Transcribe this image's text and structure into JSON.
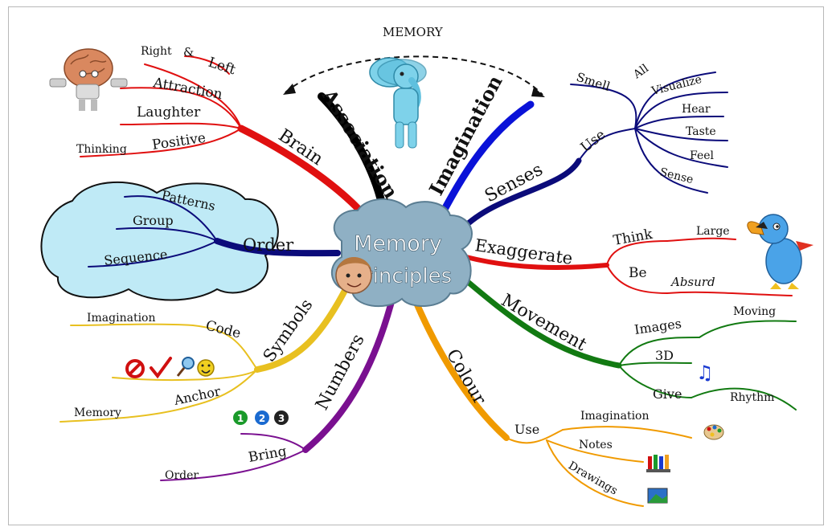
{
  "center": {
    "line1": "Memory",
    "line2": "Principles"
  },
  "top_label": "MEMORY",
  "colors": {
    "brain": "#e01010",
    "association": "#000000",
    "imagination": "#0a12d8",
    "senses": "#0b0b7a",
    "exaggerate": "#e01010",
    "movement": "#127a12",
    "colour": "#f09a00",
    "numbers": "#7a1090",
    "symbols": "#e8c020",
    "order": "#0b0b7a",
    "cloud_fill": "#bfeaf6",
    "center_cloud": "#8fb0c4"
  },
  "branches": {
    "brain": {
      "label": "Brain",
      "subs": [
        "Right",
        "&",
        "Left",
        "Attraction",
        "Laughter",
        "Positive",
        "Thinking"
      ]
    },
    "association": {
      "label": "Association"
    },
    "imagination": {
      "label": "Imagination"
    },
    "senses": {
      "label": "Senses",
      "use": "Use",
      "subs": [
        "Smell",
        "All",
        "Visualize",
        "Hear",
        "Taste",
        "Feel",
        "Sense"
      ]
    },
    "exaggerate": {
      "label": "Exaggerate",
      "subs": [
        "Think",
        "Large",
        "Be",
        "Absurd"
      ]
    },
    "movement": {
      "label": "Movement",
      "subs": [
        "Images",
        "Moving",
        "3D",
        "Give",
        "Rhythm"
      ]
    },
    "colour": {
      "label": "Colour",
      "use": "Use",
      "subs": [
        "Imagination",
        "Notes",
        "Drawings"
      ]
    },
    "numbers": {
      "label": "Numbers",
      "subs": [
        "Bring",
        "Order"
      ]
    },
    "symbols": {
      "label": "Symbols",
      "subs": [
        "Code",
        "Imagination",
        "Anchor",
        "Memory"
      ]
    },
    "order": {
      "label": "Order",
      "subs": [
        "Patterns",
        "Group",
        "Sequence"
      ]
    }
  },
  "icons": [
    "brain-mascot",
    "elephant-mascot",
    "toucan-mascot",
    "face-icon",
    "no-icon",
    "check-icon",
    "magnifier-icon",
    "smiley-icon",
    "number-1-icon",
    "number-2-icon",
    "number-3-icon",
    "music-notes-icon",
    "palette-icon",
    "crayons-icon",
    "landscape-icon"
  ]
}
